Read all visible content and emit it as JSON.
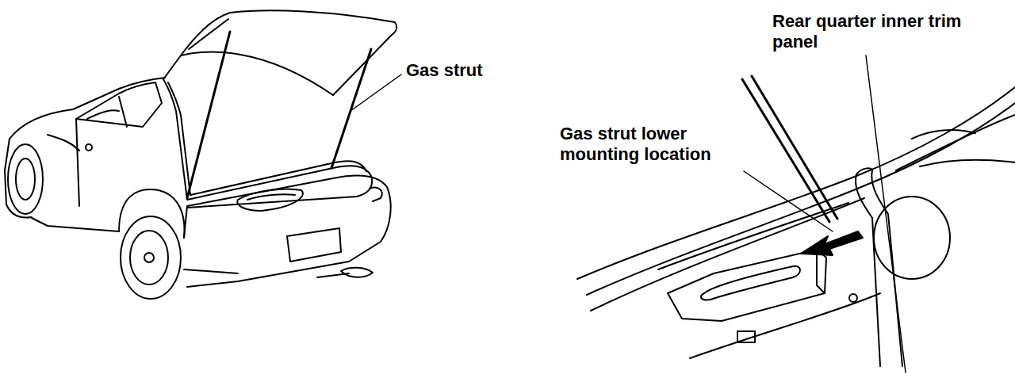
{
  "diagram": {
    "labels": [
      "Gas strut",
      "Gas strut lower mounting location",
      "Rear quarter inner trim panel"
    ]
  }
}
